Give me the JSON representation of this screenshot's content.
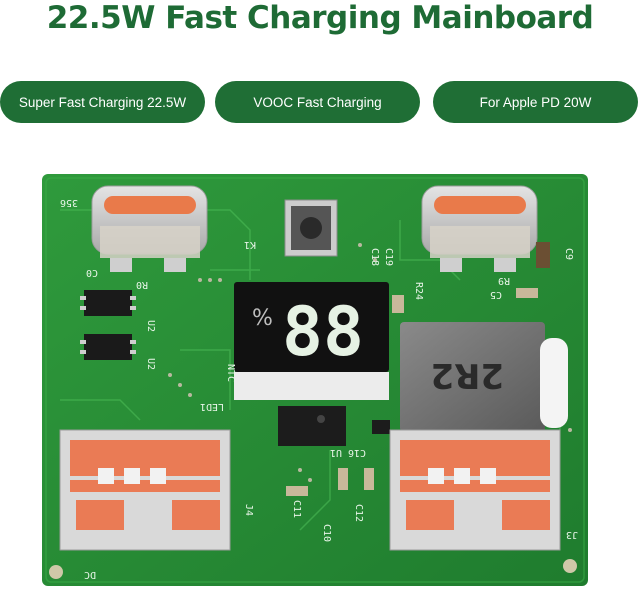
{
  "title": "22.5W Fast Charging Mainboard",
  "features": [
    {
      "label": "Super Fast Charging 22.5W"
    },
    {
      "label": "VOOC Fast Charging"
    },
    {
      "label": "For Apple PD 20W"
    }
  ],
  "board": {
    "display_digits": "88",
    "inductor_label": "2R2",
    "silkscreen": {
      "k1": "K1",
      "c18": "C18",
      "c19": "C19",
      "c9": "C9",
      "r24": "R24",
      "c0": "C0",
      "r0": "R0",
      "u2a": "U2",
      "u2b": "U2",
      "c5": "C5",
      "r9": "R9",
      "ntc": "NTC",
      "led1": "LED1",
      "u1": "U1",
      "c16": "C16",
      "c11": "C11",
      "c10": "C10",
      "j4": "J4",
      "j3": "J3",
      "dc": "DC",
      "c12": "C12",
      "num": "356"
    }
  }
}
